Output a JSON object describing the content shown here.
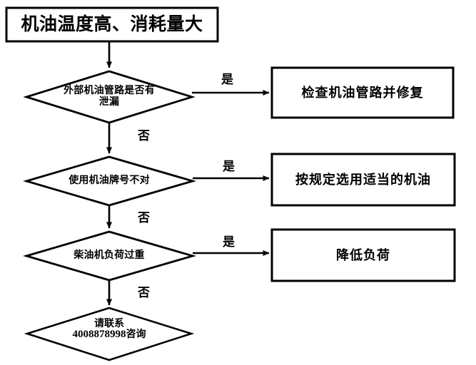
{
  "diagram": {
    "type": "flowchart",
    "title_node": {
      "id": "start",
      "shape": "rectangle",
      "label": "机油温度高、消耗量大"
    },
    "decisions": [
      {
        "id": "decision-1",
        "shape": "diamond",
        "label": "外部机油管路是否有\n泄漏",
        "yes_label": "是",
        "no_label": "否",
        "yes_target": "action-1",
        "no_target": "decision-2"
      },
      {
        "id": "decision-2",
        "shape": "diamond",
        "label": "使用机油牌号不对",
        "yes_label": "是",
        "no_label": "否",
        "yes_target": "action-2",
        "no_target": "decision-3"
      },
      {
        "id": "decision-3",
        "shape": "diamond",
        "label": "柴油机负荷过重",
        "yes_label": "是",
        "no_label": "否",
        "yes_target": "action-3",
        "no_target": "contact"
      }
    ],
    "actions": [
      {
        "id": "action-1",
        "shape": "rectangle",
        "label": "检查机油管路并修复"
      },
      {
        "id": "action-2",
        "shape": "rectangle",
        "label": "按规定选用适当的机油"
      },
      {
        "id": "action-3",
        "shape": "rectangle",
        "label": "降低负荷"
      }
    ],
    "contact_node": {
      "id": "contact",
      "shape": "diamond",
      "line1": "请联系",
      "phone": "4008878998",
      "line2": "咨询"
    },
    "colors": {
      "stroke": "#000000",
      "fill": "#ffffff",
      "text": "#000000"
    }
  }
}
